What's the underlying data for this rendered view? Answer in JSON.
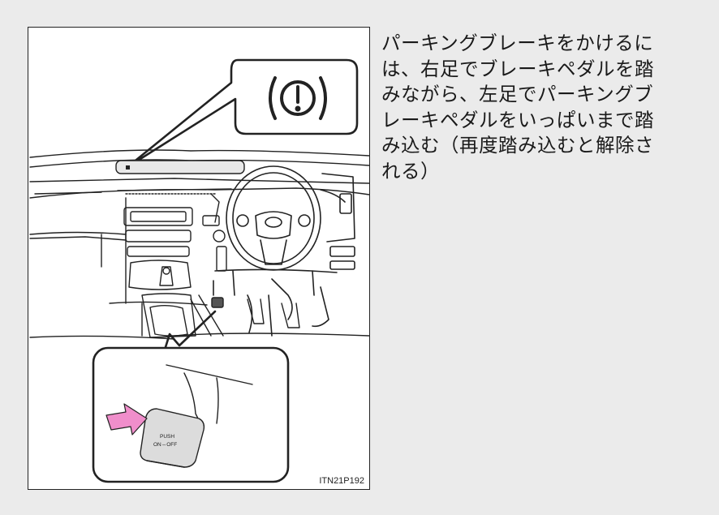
{
  "instruction": {
    "text": "パーキングブレーキをかけるに\nは、右足でブレーキペダルを踏\nみながら、左足でパーキングブ\nレーキペダルをいっぱいまで踏\nみ込む（再度踏み込むと解除さ\nれる）"
  },
  "figure": {
    "code": "ITN21P192",
    "pedal_label_line1": "PUSH",
    "pedal_label_line2": "ON⇔OFF",
    "warning_icon": "parking-brake-warning-icon",
    "arrow_color": "#f08ecb"
  }
}
